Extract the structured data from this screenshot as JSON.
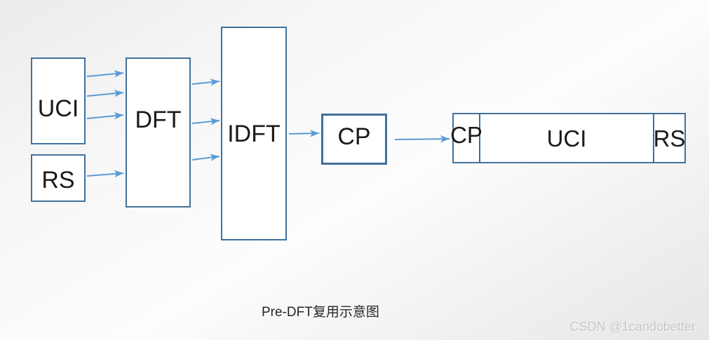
{
  "colors": {
    "box_border": "#41719C",
    "arrow": "#5B9BD5",
    "label_text": "#1a1a1a",
    "watermark_text": "#c6c6c6"
  },
  "blocks": {
    "uci": "UCI",
    "rs": "RS",
    "dft": "DFT",
    "idft": "IDFT",
    "cp": "CP"
  },
  "output_frame": {
    "cp": "CP",
    "uci": "UCI",
    "rs": "RS"
  },
  "caption": "Pre-DFT复用示意图",
  "watermark": "CSDN @1candobetter"
}
